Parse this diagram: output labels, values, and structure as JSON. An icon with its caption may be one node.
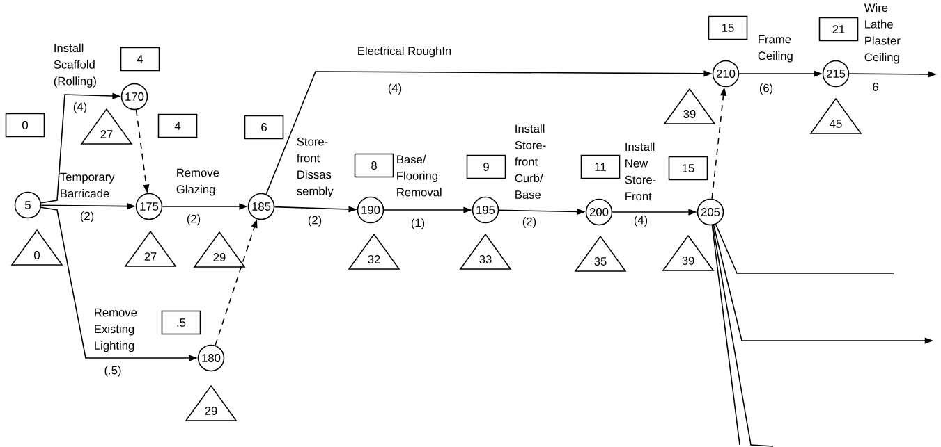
{
  "diagram": {
    "nodes": [
      {
        "text": [
          "0"
        ]
      },
      {
        "text": [
          "5"
        ]
      },
      {
        "text": [
          "0"
        ]
      },
      {
        "text": [
          "4"
        ]
      },
      {
        "text": [
          "170"
        ]
      },
      {
        "text": [
          "27"
        ]
      },
      {
        "text": [
          "4"
        ]
      },
      {
        "text": [
          "175"
        ]
      },
      {
        "text": [
          "27"
        ]
      },
      {
        "text": [
          ".5"
        ]
      },
      {
        "text": [
          "180"
        ]
      },
      {
        "text": [
          "29"
        ]
      },
      {
        "text": [
          "6"
        ]
      },
      {
        "text": [
          "185"
        ]
      },
      {
        "text": [
          "29"
        ]
      },
      {
        "text": [
          "8"
        ]
      },
      {
        "text": [
          "190"
        ]
      },
      {
        "text": [
          "32"
        ]
      },
      {
        "text": [
          "9"
        ]
      },
      {
        "text": [
          "195"
        ]
      },
      {
        "text": [
          "33"
        ]
      },
      {
        "text": [
          "11"
        ]
      },
      {
        "text": [
          "200"
        ]
      },
      {
        "text": [
          "35"
        ]
      },
      {
        "text": [
          "15"
        ]
      },
      {
        "text": [
          "205"
        ]
      },
      {
        "text": [
          "39"
        ]
      },
      {
        "text": [
          "15"
        ]
      },
      {
        "text": [
          "210"
        ]
      },
      {
        "text": [
          "39"
        ]
      },
      {
        "text": [
          "21"
        ]
      },
      {
        "text": [
          "215"
        ]
      },
      {
        "text": [
          "45"
        ]
      }
    ],
    "edges": [
      {
        "from": 1,
        "to": 4,
        "arrow": "to",
        "label": "Install Scaffold (Rolling)"
      },
      {
        "from": 1,
        "to": 7,
        "arrow": "to",
        "label": "Temporary Barricade"
      },
      {
        "from": 1,
        "to": 10,
        "arrow": "to",
        "label": "Remove Existing Lighting"
      },
      {
        "from": 4,
        "to": 7,
        "arrow": "to",
        "style": "dashed"
      },
      {
        "from": 7,
        "to": 13,
        "arrow": "to",
        "label": "Remove Glazing"
      },
      {
        "from": 10,
        "to": 13,
        "arrow": "to",
        "style": "dashed"
      },
      {
        "from": 13,
        "to": 16,
        "arrow": "to",
        "label": "Store-front Dissas sembly"
      },
      {
        "from": 13,
        "to": 28,
        "arrow": "to",
        "label": "Electrical RoughIn"
      },
      {
        "from": 16,
        "to": 19,
        "arrow": "to",
        "label": "Base/ Flooring Removal"
      },
      {
        "from": 19,
        "to": 22,
        "arrow": "to",
        "label": "Install Store-front Curb/ Base"
      },
      {
        "from": 22,
        "to": 25,
        "arrow": "to",
        "label": "Install New Store-Front"
      },
      {
        "from": 25,
        "to": 28,
        "arrow": "to",
        "style": "dashed"
      },
      {
        "from": 28,
        "to": 31,
        "arrow": "to",
        "label": "Frame Ceiling"
      },
      {
        "from": 31,
        "to": null,
        "arrow": "to",
        "label": "Wire Lathe Plaster Ceiling"
      },
      {
        "from": 25,
        "to": null,
        "arrow": "none"
      },
      {
        "from": 25,
        "to": null,
        "arrow": "to"
      },
      {
        "from": 25,
        "to": null,
        "arrow": "none"
      },
      {
        "from": 25,
        "to": null,
        "arrow": "none"
      }
    ],
    "labels": [
      "(4)",
      "(2)",
      "(.5)",
      "(2)",
      "(2)",
      "(4)",
      "(1)",
      "(2)",
      "(4)",
      "(6)",
      "6"
    ]
  }
}
